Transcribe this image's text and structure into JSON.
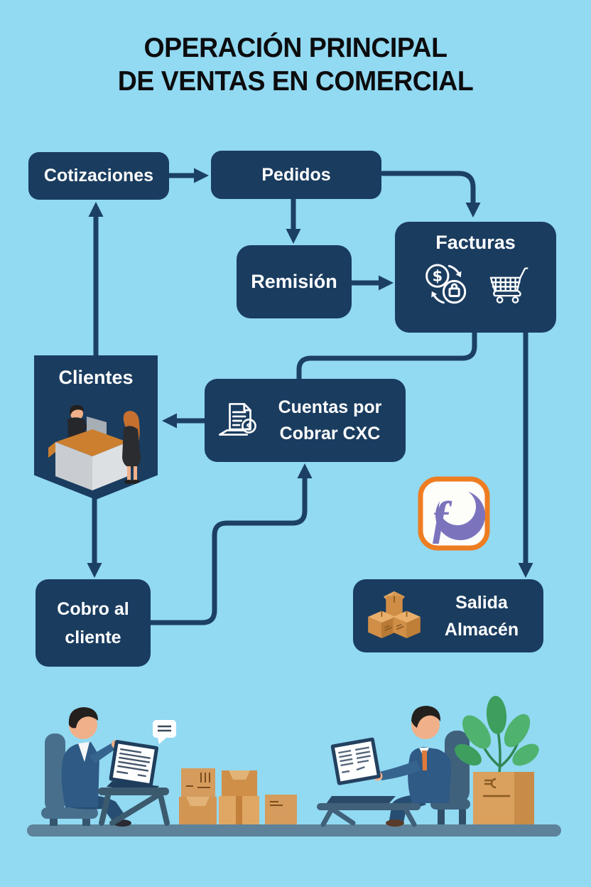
{
  "colors": {
    "background": "#92d9f2",
    "node": "#1a3c5f",
    "connector": "#1c4063",
    "node_text": "#ffffff",
    "title_text": "#0c0c0e",
    "logo_orange": "#ee7d22",
    "logo_purple": "#7b74bd",
    "floor": "#5d8299",
    "box_tan": "#d59c5d",
    "suit_blue": "#2e5a85",
    "plant_green": "#4fb26e"
  },
  "title": {
    "line1": "OPERACIÓN PRINCIPAL",
    "line2": "DE VENTAS EN COMERCIAL"
  },
  "nodes": {
    "cotizaciones": {
      "label": "Cotizaciones"
    },
    "pedidos": {
      "label": "Pedidos"
    },
    "remision": {
      "label": "Remisión"
    },
    "facturas": {
      "label": "Facturas",
      "icons": [
        "currency-exchange-icon",
        "shopping-cart-icon"
      ]
    },
    "clientes": {
      "label": "Clientes",
      "icon": "reception-counter-illustration"
    },
    "cuentas_cxc": {
      "line1": "Cuentas por",
      "line2": "Cobrar CXC",
      "icon": "invoice-icon"
    },
    "cobro_cliente": {
      "line1": "Cobro al",
      "line2": "cliente"
    },
    "salida_almacen": {
      "line1": "Salida",
      "line2": "Almacén",
      "icon": "shipping-boxes-icon"
    }
  },
  "icons": {
    "dollar_sign": "$"
  },
  "logo": {
    "glyph": "f"
  },
  "connections": [
    {
      "from": "Cotizaciones",
      "to": "Pedidos"
    },
    {
      "from": "Pedidos",
      "to": "Remisión"
    },
    {
      "from": "Pedidos",
      "to": "Facturas"
    },
    {
      "from": "Remisión",
      "to": "Facturas"
    },
    {
      "from": "Facturas",
      "to": "Cuentas por Cobrar CXC"
    },
    {
      "from": "Facturas",
      "to": "Salida Almacén"
    },
    {
      "from": "Cuentas por Cobrar CXC",
      "to": "Clientes"
    },
    {
      "from": "Clientes",
      "to": "Cotizaciones"
    },
    {
      "from": "Clientes",
      "to": "Cobro al cliente"
    },
    {
      "from": "Cobro al cliente",
      "to": "Cuentas por Cobrar CXC"
    }
  ]
}
